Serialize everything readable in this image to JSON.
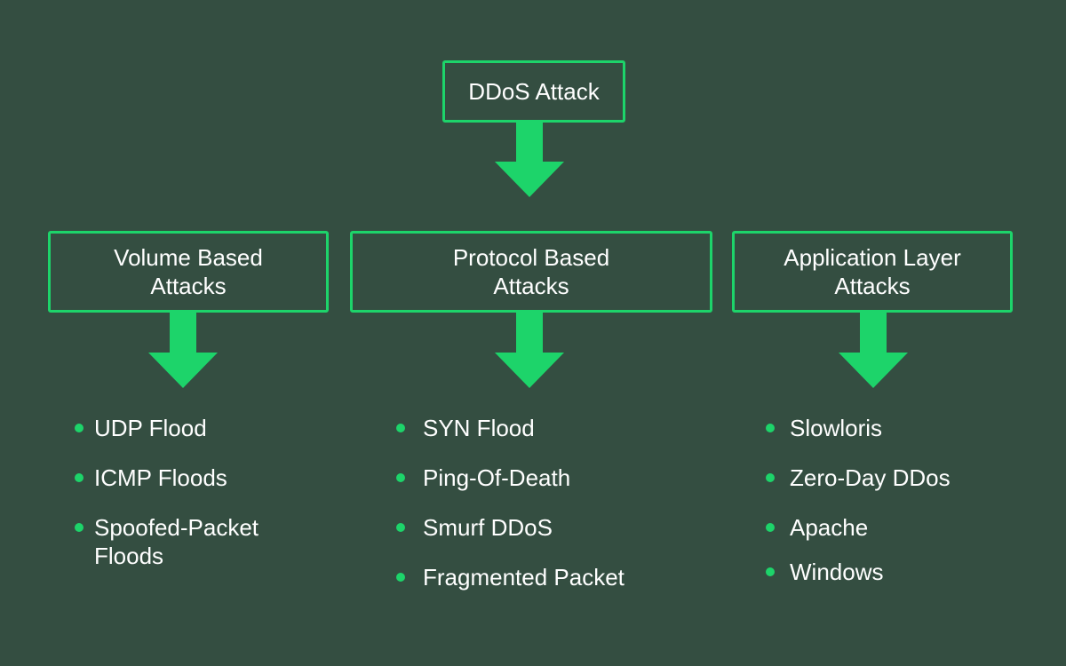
{
  "root": {
    "label": "DDoS Attack"
  },
  "categories": [
    {
      "title": "Volume Based Attacks",
      "items": [
        "UDP Flood",
        "ICMP Floods",
        "Spoofed-Packet Floods"
      ]
    },
    {
      "title": "Protocol Based Attacks",
      "items": [
        "SYN Flood",
        "Ping-Of-Death",
        "Smurf DDoS",
        "Fragmented Packet"
      ]
    },
    {
      "title": "Application Layer Attacks",
      "items": [
        "Slowloris",
        "Zero-Day DDos",
        "Apache",
        "Windows"
      ]
    }
  ],
  "colors": {
    "background": "#344e41",
    "accent": "#1dd46a",
    "text": "#ffffff"
  },
  "icons": {
    "arrow": "arrow-down-icon",
    "bullet": "bullet-dot-icon"
  }
}
